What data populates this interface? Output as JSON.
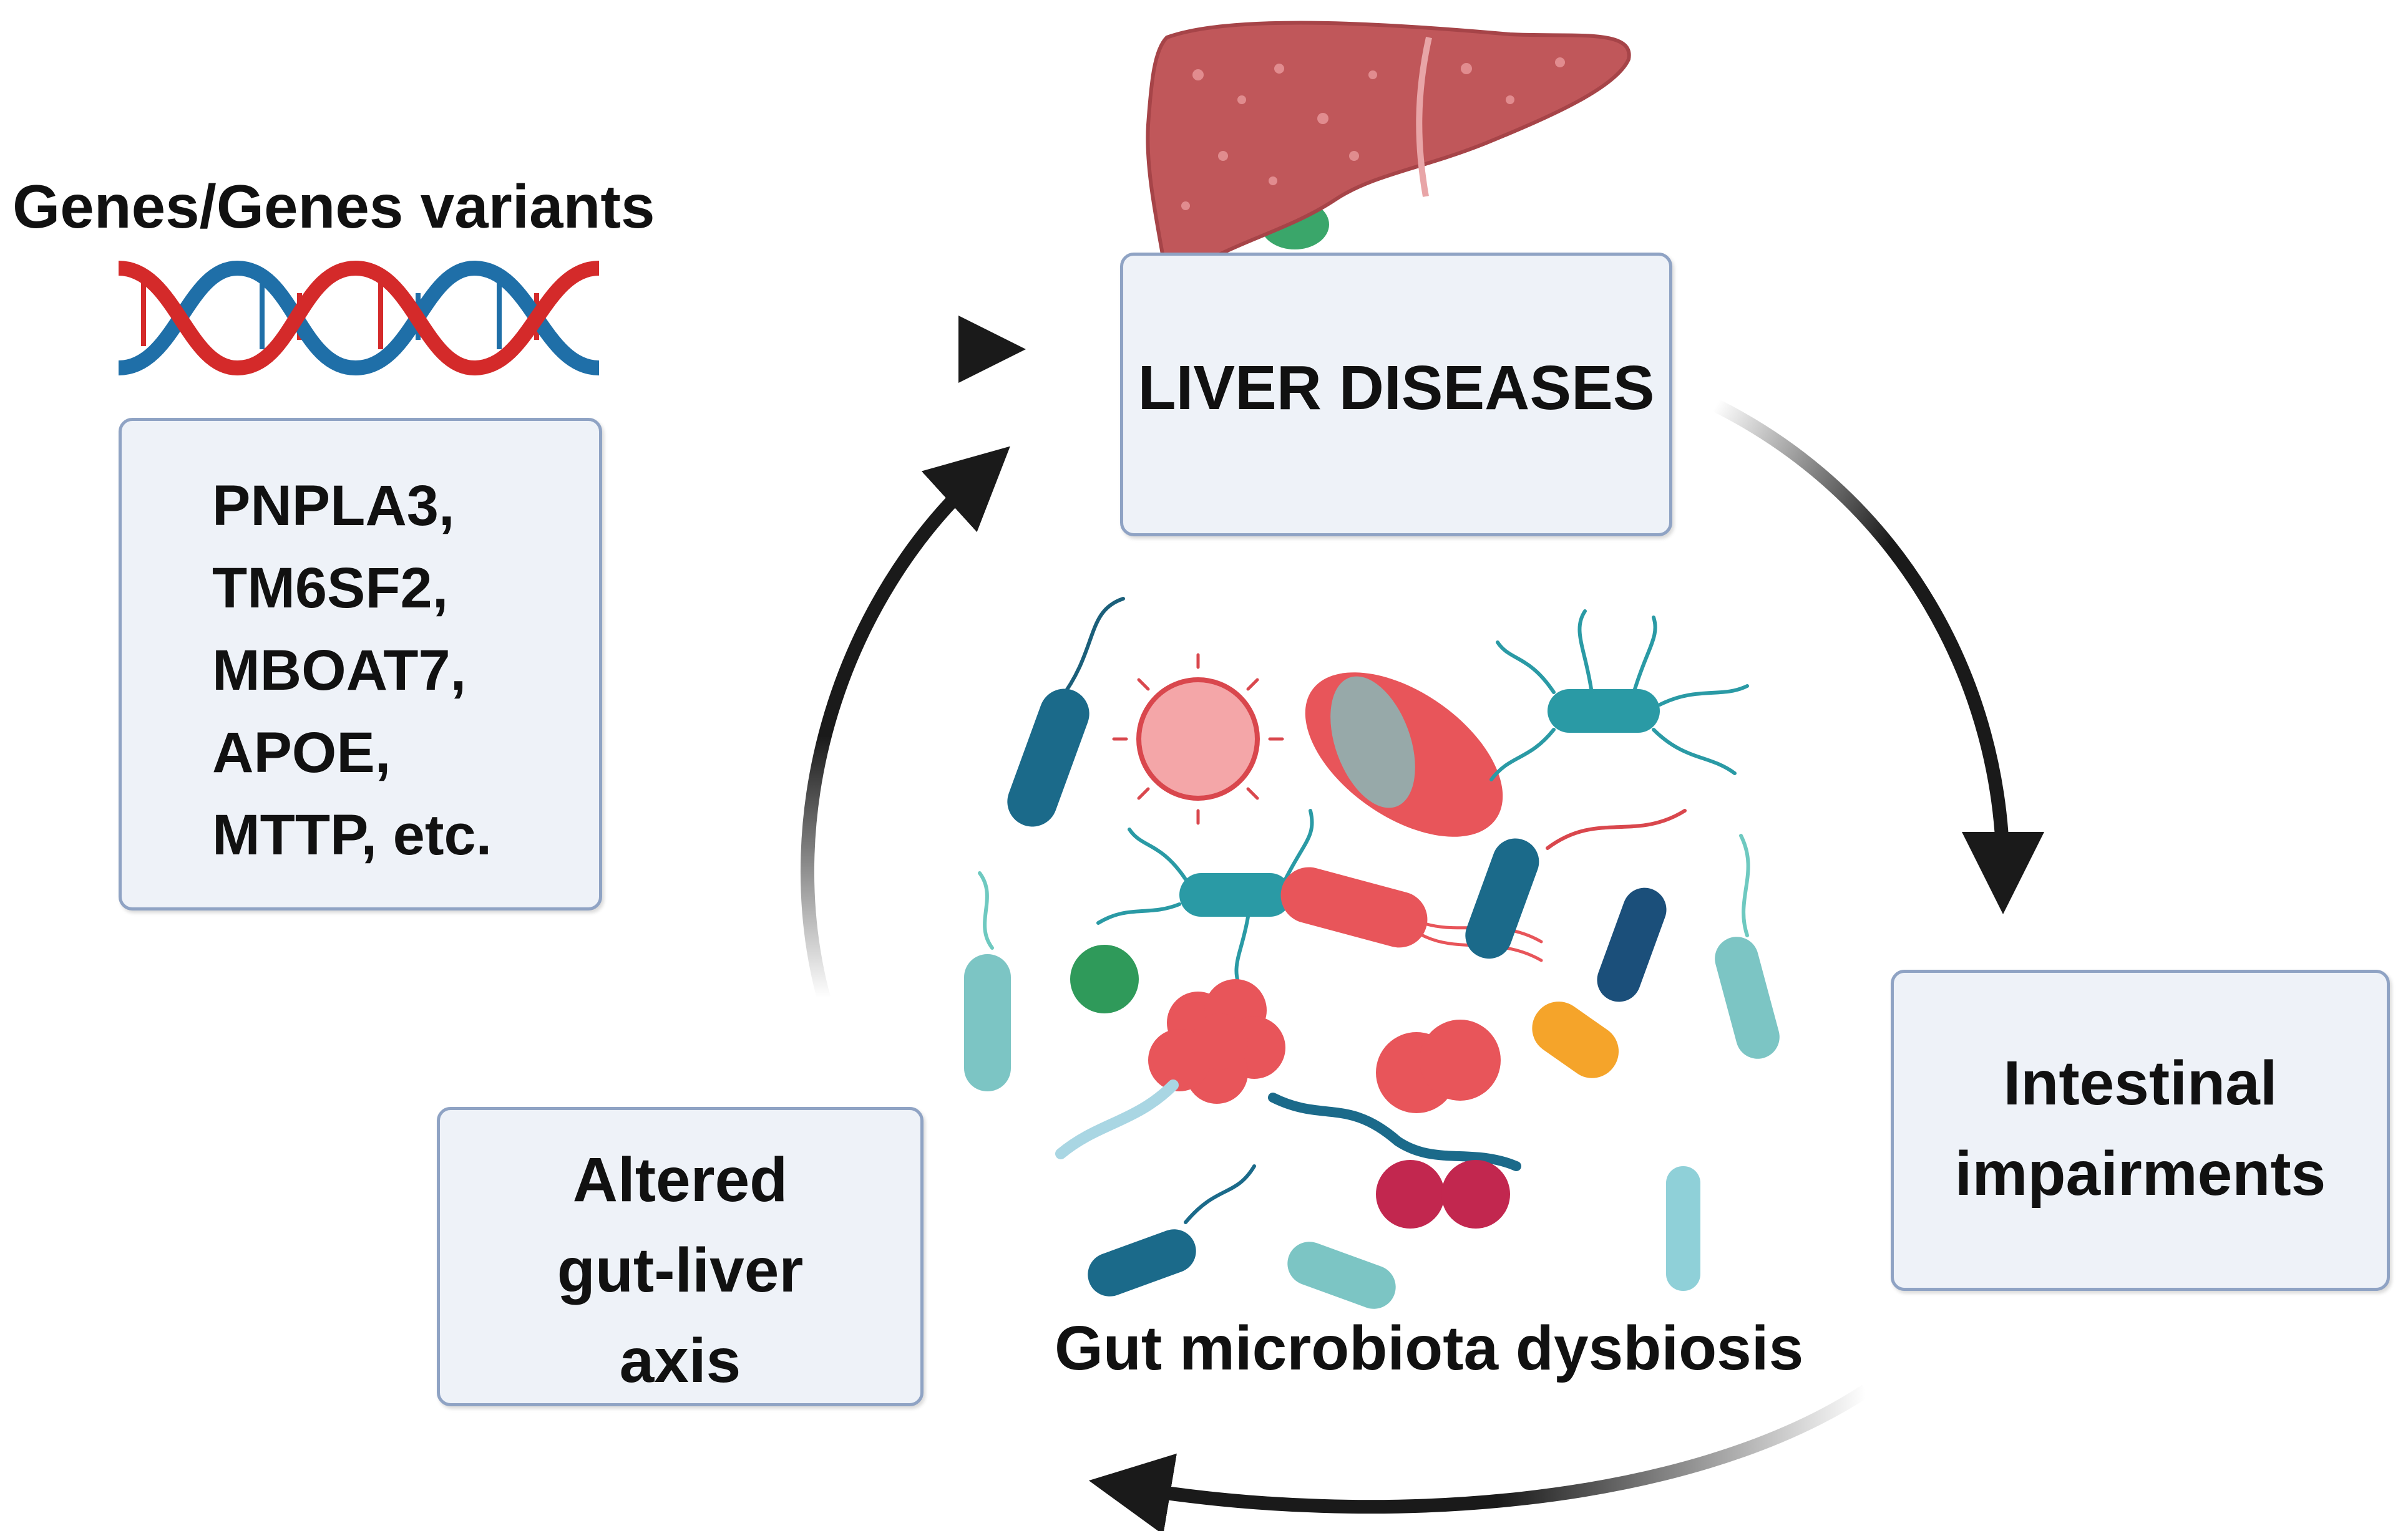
{
  "genes": {
    "title": "Genes/Genes variants",
    "list": [
      "PNPLA3,",
      "TM6SF2,",
      "MBOAT7,",
      "APOE,",
      "MTTP, etc."
    ]
  },
  "liver": {
    "label": "LIVER DISEASES"
  },
  "intestinal": {
    "line1": "Intestinal",
    "line2": "impairments"
  },
  "altered": {
    "line1": "Altered",
    "line2": "gut-liver",
    "line3": "axis"
  },
  "microbiota": {
    "label": "Gut microbiota dysbiosis"
  },
  "colors": {
    "box_fill": "#eef2f8",
    "box_border": "#8fa3c4",
    "arrow": "#1a1a1a",
    "liver": "#c0575a",
    "dna_red": "#d42a2a",
    "dna_blue": "#1f6fa8"
  }
}
